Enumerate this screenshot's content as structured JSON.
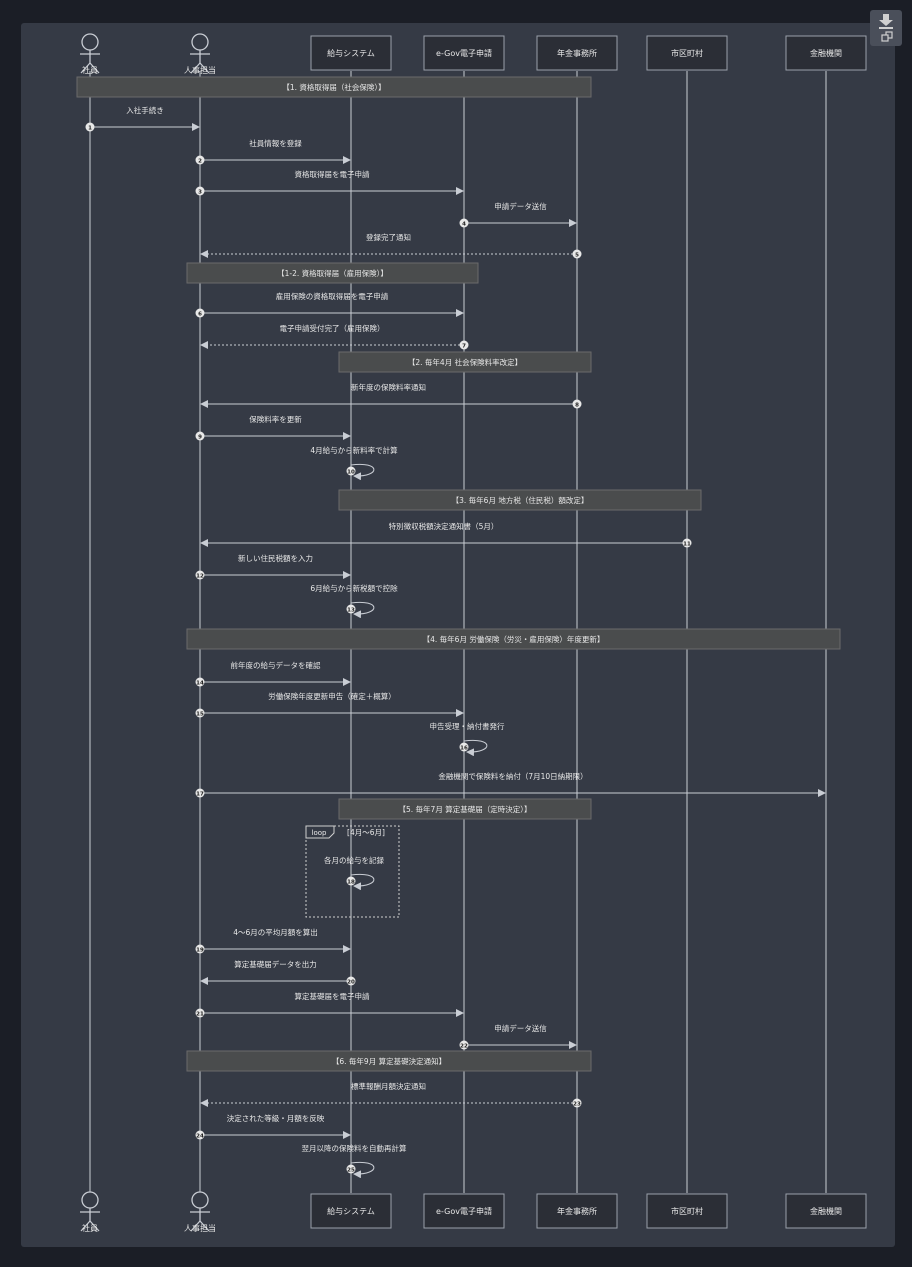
{
  "colors": {
    "page_bg": "#1b1e26",
    "panel_bg": "#353a45",
    "box_fill": "#2b2e36",
    "line": "#c9cdd4",
    "text": "#e8e8e8",
    "note_fill": "#4a4c4d",
    "note_border": "#6a6a6a"
  },
  "icons": {
    "download": "download-icon",
    "copy": "copy-icon"
  },
  "participants": [
    {
      "id": "employee",
      "label": "社員",
      "kind": "actor"
    },
    {
      "id": "hr",
      "label": "人事担当",
      "kind": "actor"
    },
    {
      "id": "payroll",
      "label": "給与システム",
      "kind": "box"
    },
    {
      "id": "egov",
      "label": "e-Gov電子申請",
      "kind": "box"
    },
    {
      "id": "pension",
      "label": "年金事務所",
      "kind": "box"
    },
    {
      "id": "city",
      "label": "市区町村",
      "kind": "box"
    },
    {
      "id": "bank",
      "label": "金融機関",
      "kind": "box"
    }
  ],
  "notes": [
    "【1. 資格取得届（社会保険）】",
    "【1-2. 資格取得届（雇用保険）】",
    "【2. 毎年4月 社会保険料率改定】",
    "【3. 毎年6月 地方税（住民税）額改定】",
    "【4. 毎年6月 労働保険（労災・雇用保険）年度更新】",
    "【5. 毎年7月 算定基礎届（定時決定）】",
    "【6. 毎年9月 算定基礎決定通知】"
  ],
  "loop": {
    "keyword": "loop",
    "condition": "[4月〜6月]"
  },
  "messages": [
    {
      "n": "1",
      "text": "入社手続き",
      "from": "employee",
      "to": "hr",
      "dashed": false
    },
    {
      "n": "2",
      "text": "社員情報を登録",
      "from": "hr",
      "to": "payroll",
      "dashed": false
    },
    {
      "n": "3",
      "text": "資格取得届を電子申請",
      "from": "hr",
      "to": "egov",
      "dashed": false
    },
    {
      "n": "4",
      "text": "申請データ送信",
      "from": "egov",
      "to": "pension",
      "dashed": false
    },
    {
      "n": "5",
      "text": "登録完了通知",
      "from": "pension",
      "to": "hr",
      "dashed": true
    },
    {
      "n": "6",
      "text": "雇用保険の資格取得届を電子申請",
      "from": "hr",
      "to": "egov",
      "dashed": false
    },
    {
      "n": "7",
      "text": "電子申請受付完了（雇用保険）",
      "from": "egov",
      "to": "hr",
      "dashed": true
    },
    {
      "n": "8",
      "text": "新年度の保険料率通知",
      "from": "pension",
      "to": "hr",
      "dashed": false
    },
    {
      "n": "9",
      "text": "保険料率を更新",
      "from": "hr",
      "to": "payroll",
      "dashed": false
    },
    {
      "n": "10",
      "text": "4月給与から新料率で計算",
      "from": "payroll",
      "to": "payroll",
      "dashed": false
    },
    {
      "n": "11",
      "text": "特別徴収税額決定通知書（5月）",
      "from": "city",
      "to": "hr",
      "dashed": false
    },
    {
      "n": "12",
      "text": "新しい住民税額を入力",
      "from": "hr",
      "to": "payroll",
      "dashed": false
    },
    {
      "n": "13",
      "text": "6月給与から新税額で控除",
      "from": "payroll",
      "to": "payroll",
      "dashed": false
    },
    {
      "n": "14",
      "text": "前年度の給与データを確認",
      "from": "hr",
      "to": "payroll",
      "dashed": false
    },
    {
      "n": "15",
      "text": "労働保険年度更新申告（確定＋概算）",
      "from": "hr",
      "to": "egov",
      "dashed": false
    },
    {
      "n": "16",
      "text": "申告受理・納付書発行",
      "from": "egov",
      "to": "egov",
      "dashed": false
    },
    {
      "n": "17",
      "text": "金融機関で保険料を納付（7月10日納期限）",
      "from": "hr",
      "to": "bank",
      "dashed": false
    },
    {
      "n": "18",
      "text": "各月の給与を記録",
      "from": "payroll",
      "to": "payroll",
      "dashed": false
    },
    {
      "n": "19",
      "text": "4〜6月の平均月額を算出",
      "from": "hr",
      "to": "payroll",
      "dashed": false
    },
    {
      "n": "20",
      "text": "算定基礎届データを出力",
      "from": "payroll",
      "to": "hr",
      "dashed": false
    },
    {
      "n": "21",
      "text": "算定基礎届を電子申請",
      "from": "hr",
      "to": "egov",
      "dashed": false
    },
    {
      "n": "22",
      "text": "申請データ送信",
      "from": "egov",
      "to": "pension",
      "dashed": false
    },
    {
      "n": "23",
      "text": "標準報酬月額決定通知",
      "from": "pension",
      "to": "hr",
      "dashed": true
    },
    {
      "n": "24",
      "text": "決定された等級・月額を反映",
      "from": "hr",
      "to": "payroll",
      "dashed": false
    },
    {
      "n": "25",
      "text": "翌月以降の保険料を自動再計算",
      "from": "payroll",
      "to": "payroll",
      "dashed": false
    }
  ]
}
